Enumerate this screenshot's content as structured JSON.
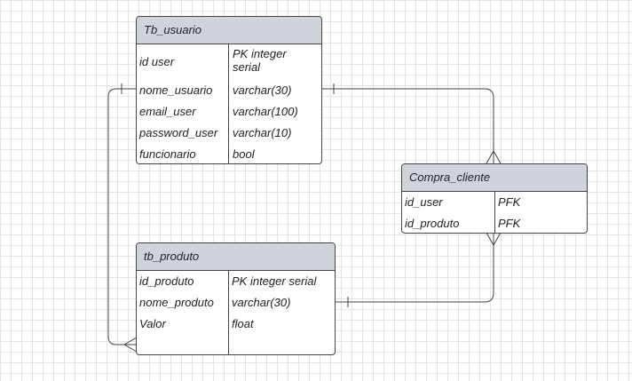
{
  "entities": {
    "tb_usuario": {
      "title": "Tb_usuario",
      "rows": [
        {
          "name": "id  user",
          "type": "PK integer serial"
        },
        {
          "name": "nome_usuario",
          "type": "varchar(30)"
        },
        {
          "name": "email_user",
          "type": "varchar(100)"
        },
        {
          "name": "password_user",
          "type": "varchar(10)"
        },
        {
          "name": "funcionario",
          "type": "bool"
        }
      ]
    },
    "compra_cliente": {
      "title": "Compra_cliente",
      "rows": [
        {
          "name": "id_user",
          "type": "PFK"
        },
        {
          "name": "id_produto",
          "type": "PFK"
        }
      ]
    },
    "tb_produto": {
      "title": "tb_produto",
      "rows": [
        {
          "name": "id_produto",
          "type": "PK integer serial"
        },
        {
          "name": "nome_produto",
          "type": "varchar(30)"
        },
        {
          "name": "Valor",
          "type": "float"
        }
      ]
    }
  },
  "relationships": [
    {
      "from": "tb_usuario.nome_usuario",
      "to": "compra_cliente",
      "from_end": "one",
      "to_end": "many"
    },
    {
      "from": "tb_produto.nome_produto",
      "to": "compra_cliente",
      "from_end": "one",
      "to_end": "many"
    },
    {
      "from": "tb_usuario.nome_usuario",
      "to": "tb_produto",
      "from_end": "one",
      "to_end": "many"
    }
  ]
}
